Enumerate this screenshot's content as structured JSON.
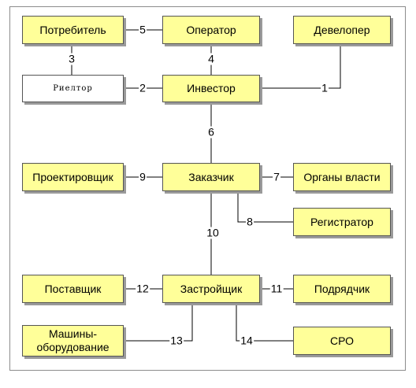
{
  "nodes": {
    "consumer": "Потребитель",
    "operator": "Оператор",
    "developer": "Девелопер",
    "realtor": "Риелтор",
    "investor": "Инвестор",
    "designer": "Проектировщик",
    "customer": "Заказчик",
    "authorities": "Органы власти",
    "registrar": "Регистратор",
    "supplier": "Поставщик",
    "builder": "Застройщик",
    "contractor": "Подрядчик",
    "machinery": "Машины-оборудование",
    "sro": "СРО"
  },
  "links": {
    "l1": "1",
    "l2": "2",
    "l3": "3",
    "l4": "4",
    "l5": "5",
    "l6": "6",
    "l7": "7",
    "l8": "8",
    "l9": "9",
    "l10": "10",
    "l11": "11",
    "l12": "12",
    "l13": "13",
    "l14": "14"
  }
}
